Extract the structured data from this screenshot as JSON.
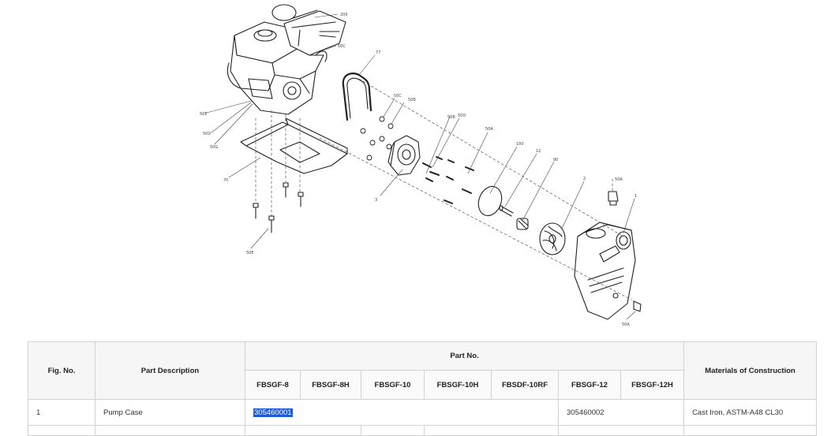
{
  "diagram": {
    "labels": [
      "200",
      "50C",
      "77",
      "50E",
      "50D",
      "50G",
      "50C",
      "50B",
      "50B",
      "50D",
      "50A",
      "100",
      "12",
      "90",
      "2",
      "50A",
      "1",
      "70",
      "3",
      "50E",
      "50A"
    ]
  },
  "table": {
    "headers": {
      "fig_no": "Fig. No.",
      "part_description": "Part Description",
      "part_no": "Part No.",
      "materials": "Materials of Construction"
    },
    "models": [
      "FBSGF-8",
      "FBSGF-8H",
      "FBSGF-10",
      "FBSGF-10H",
      "FBSDF-10RF",
      "FBSGF-12",
      "FBSGF-12H"
    ],
    "rows": [
      {
        "fig_no": "1",
        "description": "Pump Case",
        "part_no_group1": "305460001",
        "part_no_group2": "305460002",
        "material": "Cast Iron, ASTM-A48 CL30"
      }
    ]
  }
}
